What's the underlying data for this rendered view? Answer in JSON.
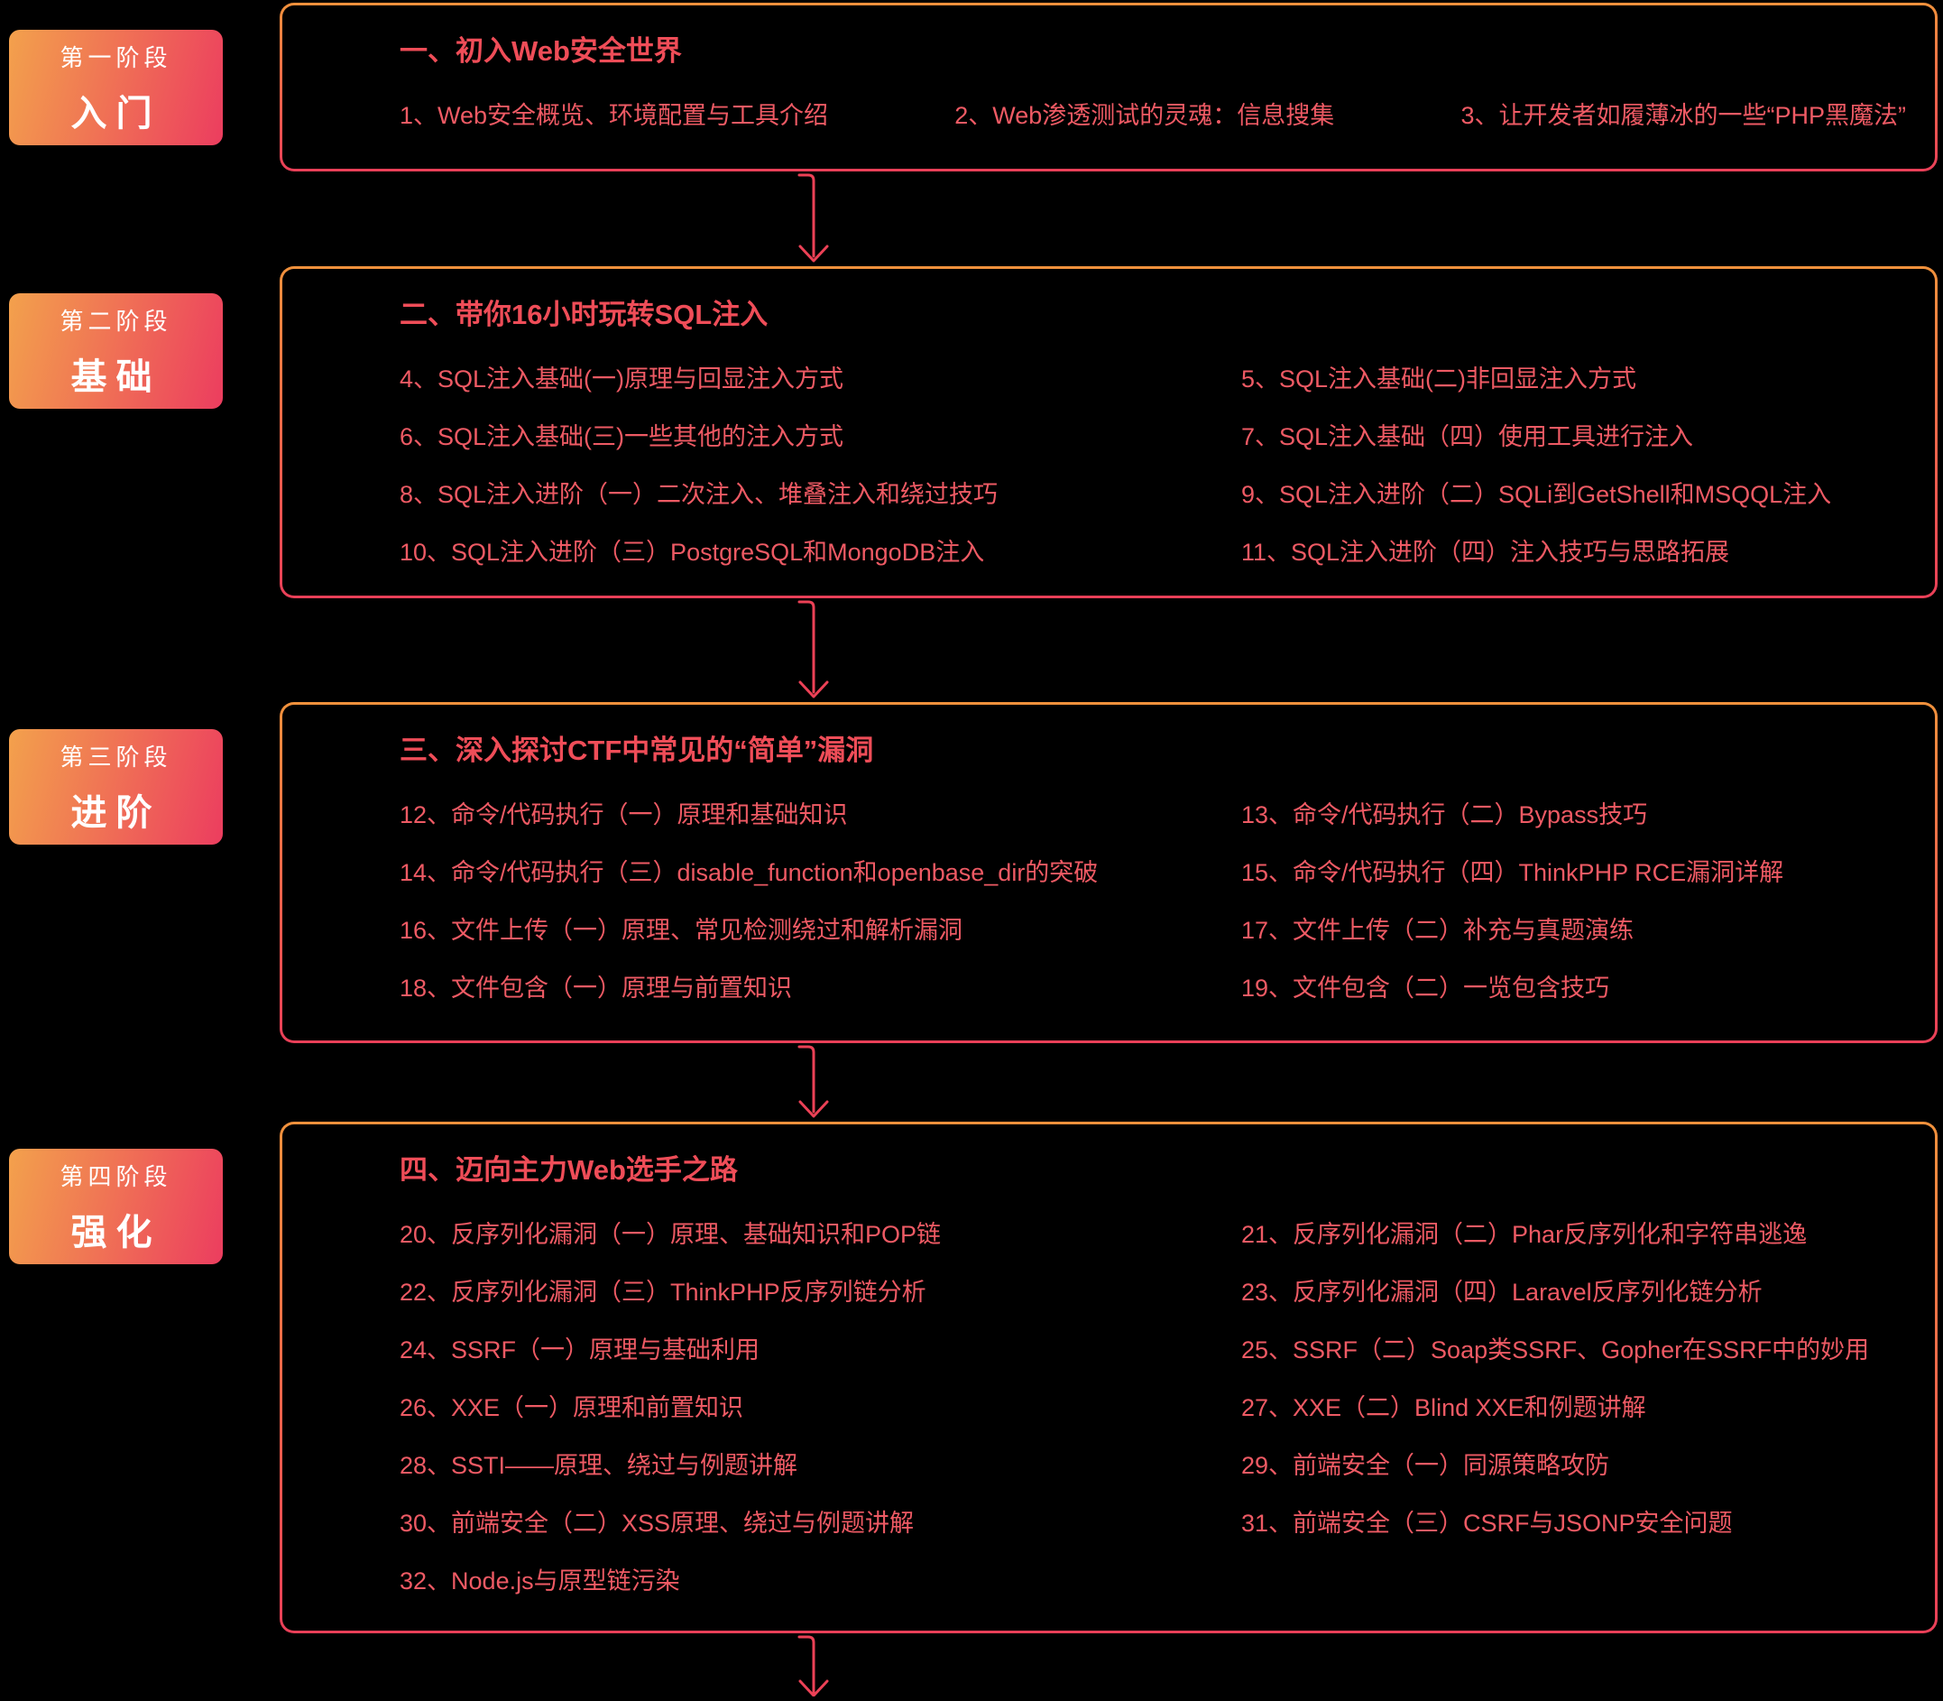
{
  "page": {
    "background": "#000000"
  },
  "colors": {
    "badge_gradient_start": "#F3A14C",
    "badge_gradient_end": "#EC3D5F",
    "panel_border_top": "#F0913C",
    "panel_border_bottom": "#E93F58",
    "title_text": "#EF4D58",
    "item_text": "#EE5A64",
    "arrow": "#EC4156",
    "badge_text": "#FFFFFF"
  },
  "stages": [
    {
      "label": "第一阶段",
      "name": "入门"
    },
    {
      "label": "第二阶段",
      "name": "基础"
    },
    {
      "label": "第三阶段",
      "name": "进阶"
    },
    {
      "label": "第四阶段",
      "name": "强化"
    }
  ],
  "sections": [
    {
      "title": "一、初入Web安全世界",
      "items": [
        "1、Web安全概览、环境配置与工具介绍",
        "2、Web渗透测试的灵魂：信息搜集",
        "3、让开发者如履薄冰的一些“PHP黑魔法”"
      ]
    },
    {
      "title": "二、带你16小时玩转SQL注入",
      "left": [
        "4、SQL注入基础(一)原理与回显注入方式",
        "6、SQL注入基础(三)一些其他的注入方式",
        "8、SQL注入进阶（一）二次注入、堆叠注入和绕过技巧",
        "10、SQL注入进阶（三）PostgreSQL和MongoDB注入"
      ],
      "right": [
        "5、SQL注入基础(二)非回显注入方式",
        "7、SQL注入基础（四）使用工具进行注入",
        "9、SQL注入进阶（二）SQLi到GetShell和MSQQL注入",
        "11、SQL注入进阶（四）注入技巧与思路拓展"
      ]
    },
    {
      "title": "三、深入探讨CTF中常见的“简单”漏洞",
      "left": [
        "12、命令/代码执行（一）原理和基础知识",
        "14、命令/代码执行（三）disable_function和openbase_dir的突破",
        "16、文件上传（一）原理、常见检测绕过和解析漏洞",
        "18、文件包含（一）原理与前置知识"
      ],
      "right": [
        "13、命令/代码执行（二）Bypass技巧",
        "15、命令/代码执行（四）ThinkPHP RCE漏洞详解",
        "17、文件上传（二）补充与真题演练",
        "19、文件包含（二）一览包含技巧"
      ]
    },
    {
      "title": "四、迈向主力Web选手之路",
      "left": [
        "20、反序列化漏洞（一）原理、基础知识和POP链",
        "22、反序列化漏洞（三）ThinkPHP反序列链分析",
        "24、SSRF（一）原理与基础利用",
        "26、XXE（一）原理和前置知识",
        "28、SSTI——原理、绕过与例题讲解",
        "30、前端安全（二）XSS原理、绕过与例题讲解",
        "32、Node.js与原型链污染"
      ],
      "right": [
        "21、反序列化漏洞（二）Phar反序列化和字符串逃逸",
        "23、反序列化漏洞（四）Laravel反序列化链分析",
        "25、SSRF（二）Soap类SSRF、Gopher在SSRF中的妙用",
        "27、XXE（二）Blind XXE和例题讲解",
        "29、前端安全（一）同源策略攻防",
        "31、前端安全（三）CSRF与JSONP安全问题"
      ]
    }
  ]
}
